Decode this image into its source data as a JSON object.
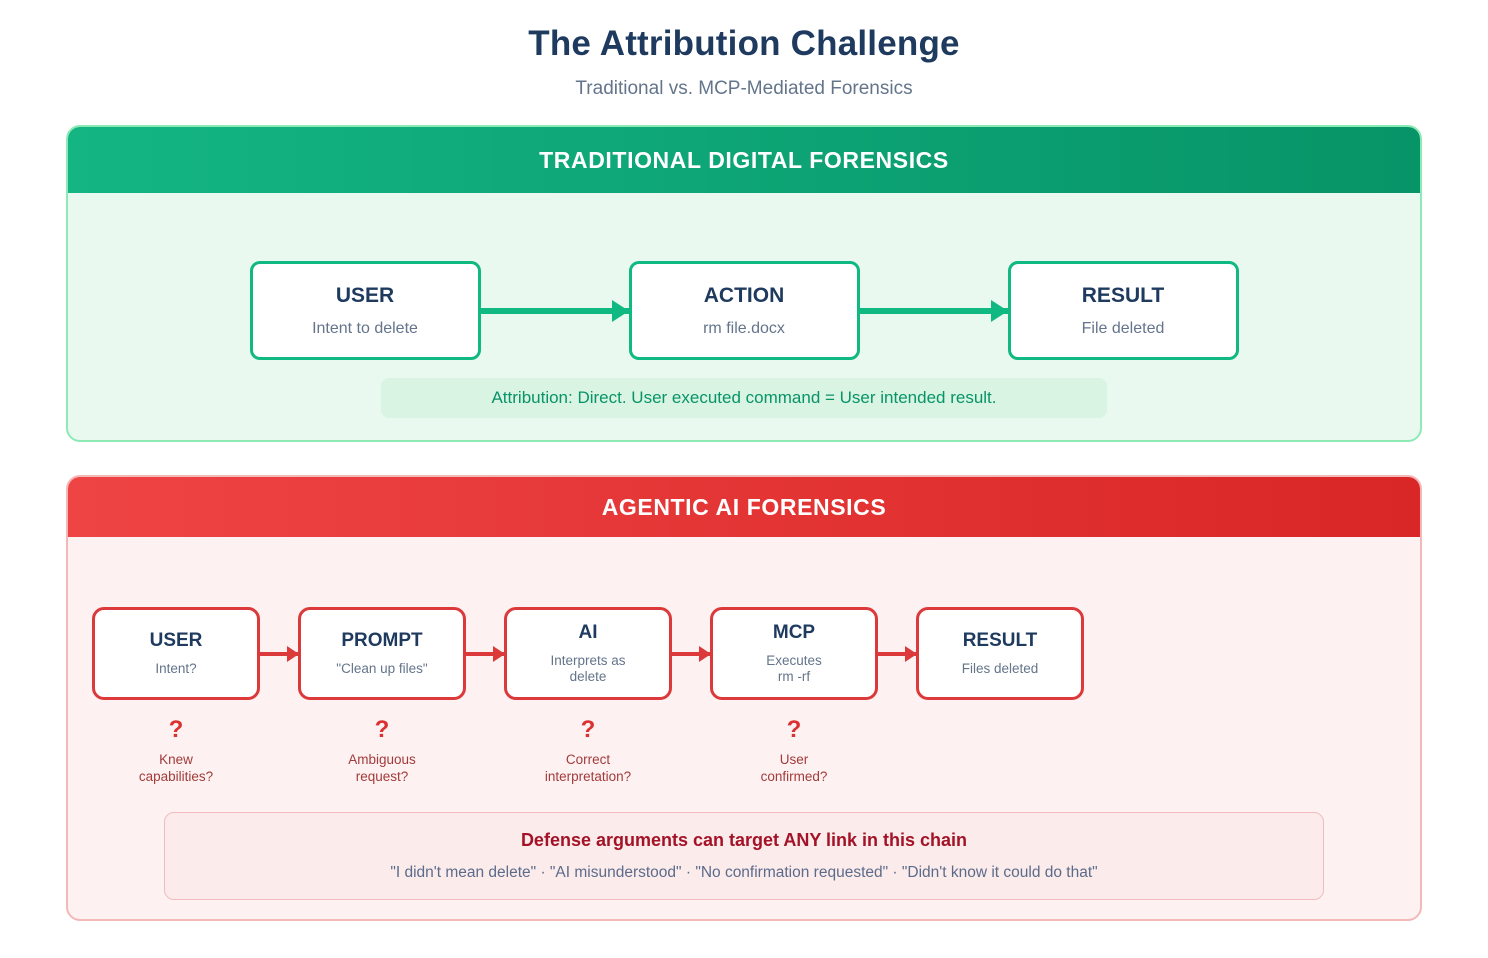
{
  "page": {
    "title": "The Attribution Challenge",
    "subtitle": "Traditional vs. MCP-Mediated Forensics"
  },
  "colors": {
    "title_navy": "#1e3a5f",
    "muted_gray": "#64748b",
    "green_header_gradient": [
      "#14b583",
      "#079467"
    ],
    "green_panel_bg": "#e9f9ef",
    "green_box_border": "#10b981",
    "green_note_bg": "#d9f4e3",
    "green_note_text": "#089468",
    "red_header_gradient": [
      "#ef4444",
      "#d92626"
    ],
    "red_panel_bg": "#fdf1f1",
    "red_box_border": "#dc3a3a",
    "question_red": "#dc2f2f",
    "question_label_red": "#a33b3b",
    "defense_title_red": "#a31227"
  },
  "traditional": {
    "header": "TRADITIONAL DIGITAL FORENSICS",
    "boxes": [
      {
        "title": "USER",
        "subtitle": "Intent to delete"
      },
      {
        "title": "ACTION",
        "subtitle": "rm file.docx"
      },
      {
        "title": "RESULT",
        "subtitle": "File deleted"
      }
    ],
    "note": "Attribution: Direct. User executed command = User intended result."
  },
  "agentic": {
    "header": "AGENTIC AI FORENSICS",
    "boxes": [
      {
        "title": "USER",
        "subtitle": "Intent?"
      },
      {
        "title": "PROMPT",
        "subtitle": "\"Clean up files\""
      },
      {
        "title": "AI",
        "subtitle": "Interprets as\ndelete"
      },
      {
        "title": "MCP",
        "subtitle": "Executes\nrm -rf"
      },
      {
        "title": "RESULT",
        "subtitle": "Files deleted"
      }
    ],
    "questions": [
      {
        "mark": "?",
        "label": "Knew\ncapabilities?"
      },
      {
        "mark": "?",
        "label": "Ambiguous\nrequest?"
      },
      {
        "mark": "?",
        "label": "Correct\ninterpretation?"
      },
      {
        "mark": "?",
        "label": "User\nconfirmed?"
      }
    ],
    "defense": {
      "title": "Defense arguments can target ANY link in this chain",
      "quotes": "\"I didn't mean delete\" · \"AI misunderstood\" · \"No confirmation requested\" · \"Didn't know it could do that\""
    }
  }
}
